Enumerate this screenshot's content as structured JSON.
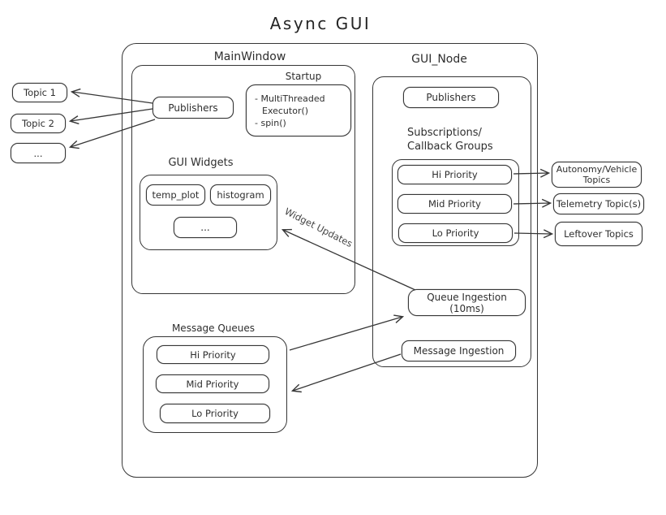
{
  "title": "Async GUI",
  "colors": {
    "stroke": "#363636",
    "background": "#ffffff",
    "annotation": "#454545"
  },
  "left_topics": {
    "items": [
      {
        "label": "Topic 1"
      },
      {
        "label": "Topic 2"
      },
      {
        "label": "..."
      }
    ]
  },
  "main_window": {
    "label": "MainWindow",
    "publishers_label": "Publishers",
    "startup": {
      "label": "Startup",
      "lines": [
        "- MultiThreaded",
        "Executor()",
        "- spin()"
      ]
    },
    "gui_widgets": {
      "label": "GUI Widgets",
      "items": [
        "temp_plot",
        "histogram",
        "..."
      ]
    }
  },
  "gui_node": {
    "label": "GUI_Node",
    "publishers_label": "Publishers",
    "subscriptions": {
      "label_line1": "Subscriptions/",
      "label_line2": "Callback Groups",
      "items": [
        "Hi Priority",
        "Mid Priority",
        "Lo Priority"
      ]
    },
    "queue_ingestion_label": "Queue Ingestion (10ms)",
    "message_ingestion_label": "Message Ingestion"
  },
  "right_topics": {
    "items": [
      "Autonomy/Vehicle Topics",
      "Telemetry Topic(s)",
      "Leftover Topics"
    ]
  },
  "message_queues": {
    "label": "Message Queues",
    "items": [
      "Hi Priority",
      "Mid Priority",
      "Lo Priority"
    ]
  },
  "annotations": {
    "widget_updates": "Widget Updates"
  }
}
